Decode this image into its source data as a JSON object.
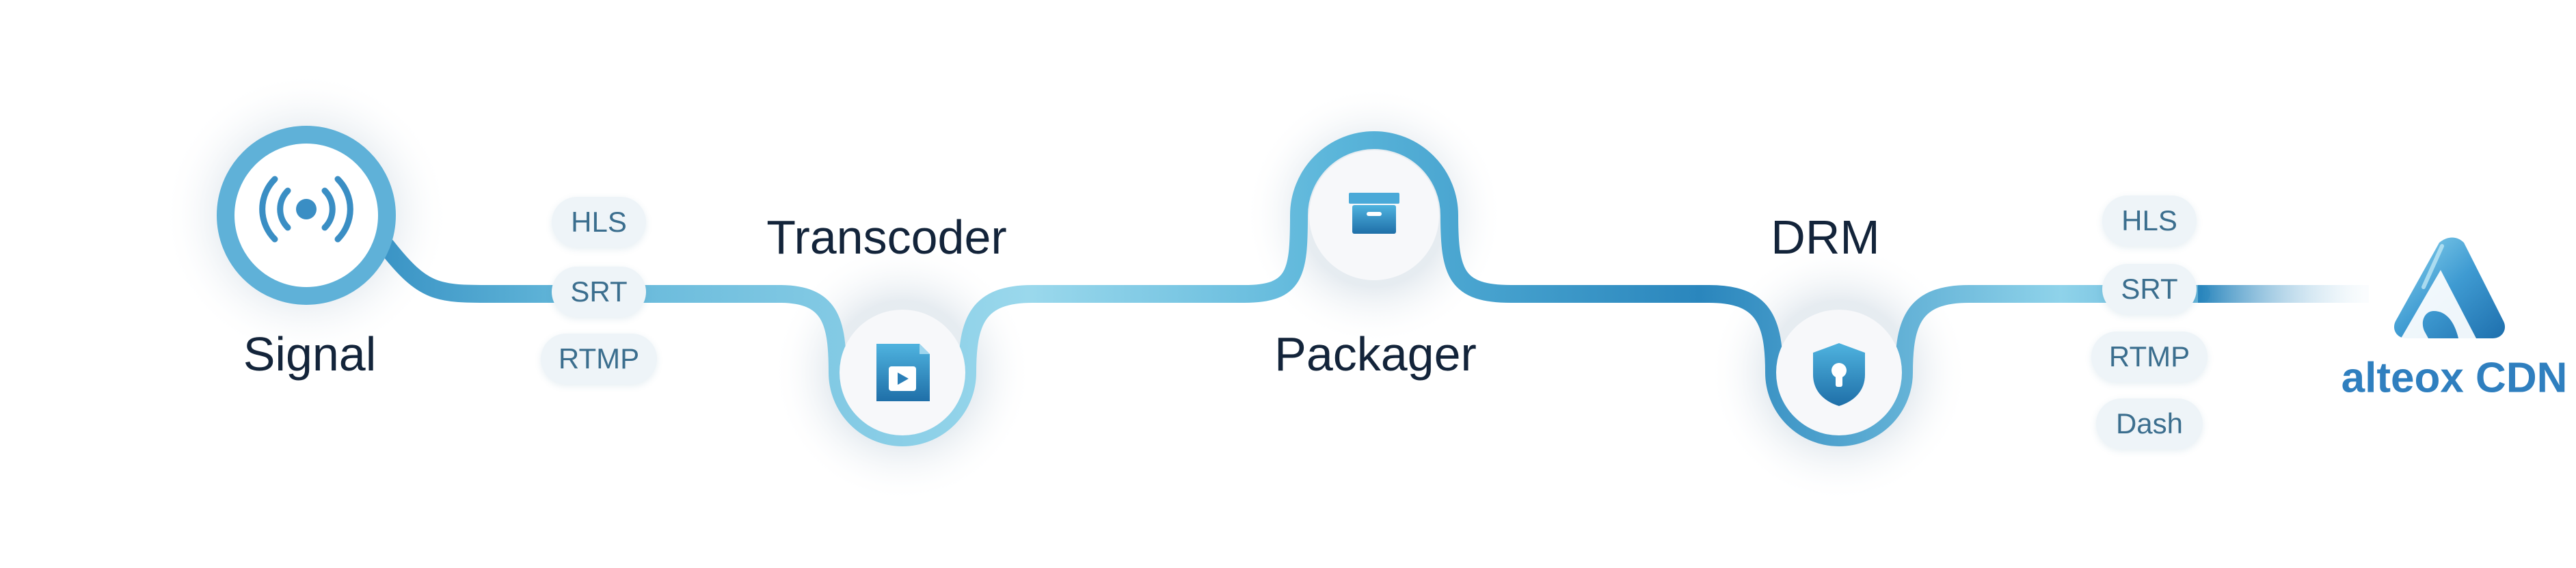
{
  "stages": {
    "signal": {
      "label": "Signal",
      "icon": "broadcast-icon"
    },
    "transcoder": {
      "label": "Transcoder",
      "icon": "video-file-icon"
    },
    "packager": {
      "label": "Packager",
      "icon": "archive-box-icon"
    },
    "drm": {
      "label": "DRM",
      "icon": "shield-lock-icon"
    }
  },
  "ingest_protocols": [
    "HLS",
    "SRT",
    "RTMP"
  ],
  "output_protocols": [
    "HLS",
    "SRT",
    "RTMP",
    "Dash"
  ],
  "destination": {
    "label": "alteox CDN",
    "icon": "alteox-logo-icon"
  },
  "colors": {
    "pipe_dark": "#2a86bd",
    "pipe_light": "#8fd3ea",
    "text": "#13243a",
    "brand": "#2f7fbf",
    "pill_bg": "#eef4f8",
    "pill_text": "#3b6e8e"
  }
}
